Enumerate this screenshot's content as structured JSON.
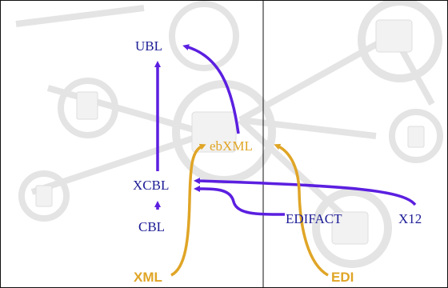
{
  "colors": {
    "purple": "#5b1fe0",
    "gold": "#e0a526",
    "node_text_blue": "#1c1c96",
    "frame": "#111111"
  },
  "nodes": {
    "ubl": "UBL",
    "ebxml": "ebXML",
    "xcbl": "XCBL",
    "cbl": "CBL",
    "edifact": "EDIFACT",
    "x12": "X12"
  },
  "families": {
    "xml": "XML",
    "edi": "EDI"
  },
  "background_icons": [
    "folder-icon",
    "document-icon",
    "network-node-icon"
  ]
}
